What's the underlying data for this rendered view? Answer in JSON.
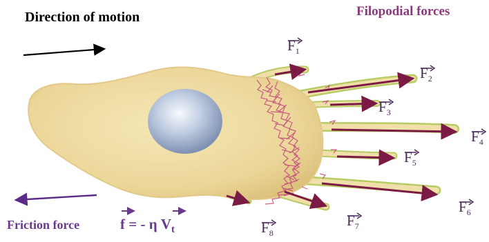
{
  "labels": {
    "direction": "Direction of motion",
    "filopodial": "Filopodial forces",
    "friction": "Friction force",
    "equation": "f = - η V",
    "equation_sub": "t"
  },
  "forces": [
    {
      "name": "F",
      "sub": "1"
    },
    {
      "name": "F",
      "sub": "2"
    },
    {
      "name": "F",
      "sub": "3"
    },
    {
      "name": "F",
      "sub": "4"
    },
    {
      "name": "F",
      "sub": "5"
    },
    {
      "name": "F",
      "sub": "6"
    },
    {
      "name": "F",
      "sub": "7"
    },
    {
      "name": "F",
      "sub": "8"
    }
  ],
  "colors": {
    "cell_body": "#ecd79a",
    "nucleus": "#b9c6dc",
    "filopodia_edge": "#b7cc63",
    "actin": "#c2457e",
    "force_arrow": "#7b1a45",
    "friction_arrow": "#5c2b86",
    "motion_arrow": "#000000"
  }
}
